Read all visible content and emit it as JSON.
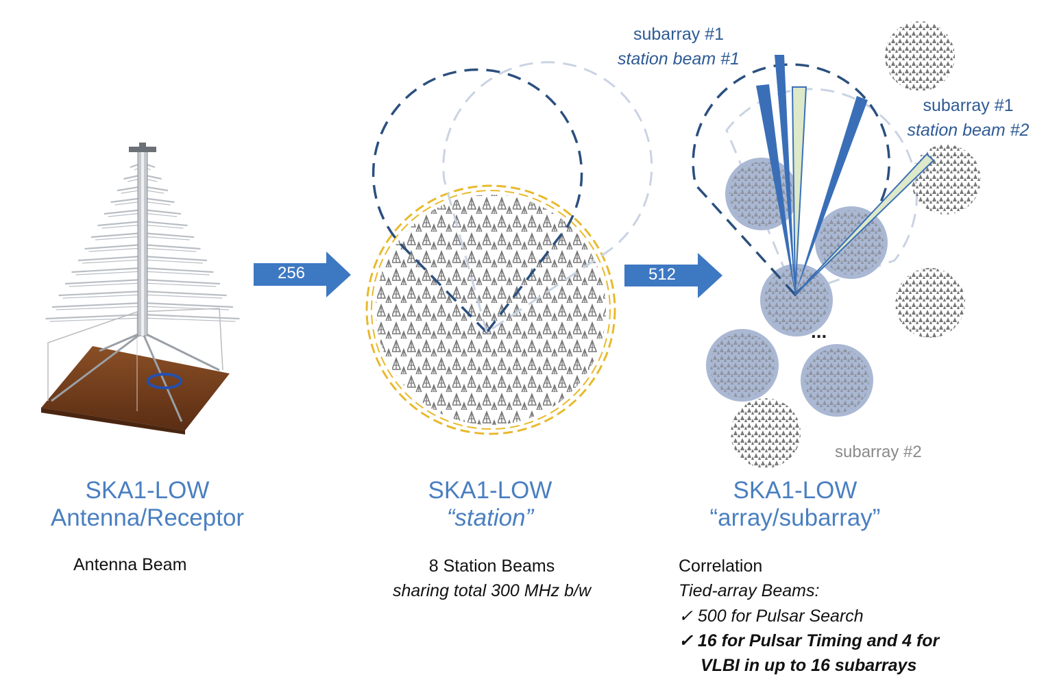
{
  "colors": {
    "title_blue": "#4a7fc1",
    "arrow_blue": "#3d78c2",
    "beam_blue": "#3a6fb8",
    "dark_dashed": "#2b4f7e",
    "light_dashed": "#c9d3e3",
    "station_ring": "#e8b92c",
    "station_disc": "#aab8d3",
    "soil": "#6b3a1c"
  },
  "arrows": [
    {
      "label": "256"
    },
    {
      "label": "512"
    }
  ],
  "sections": {
    "antenna": {
      "title_line1": "SKA1-LOW",
      "title_line2": "Antenna/Receptor",
      "caption": "Antenna Beam"
    },
    "station": {
      "title_line1": "SKA1-LOW",
      "title_line2": "“station”",
      "caption_line1": "8 Station Beams",
      "caption_line2": "sharing total 300 MHz b/w"
    },
    "array": {
      "title_line1": "SKA1-LOW",
      "title_line2": "“array/subarray”",
      "caption_line1": "Correlation",
      "caption_line2": "Tied-array Beams:",
      "check_1": "✓ 500 for Pulsar Search",
      "check_2a": "✓ 16 for Pulsar Timing and 4 for",
      "check_2b": "VLBI in up to 16 subarrays"
    }
  },
  "beam_labels": {
    "beam1_line1": "subarray #1",
    "beam1_line2": "station beam #1",
    "beam2_line1": "subarray #1",
    "beam2_line2": "station beam #2",
    "subarray2": "subarray #2"
  },
  "ellipsis": "...",
  "icons": [
    "log-periodic-antenna-icon",
    "station-array-icon",
    "station-cluster-icon",
    "arrow-right-icon"
  ]
}
